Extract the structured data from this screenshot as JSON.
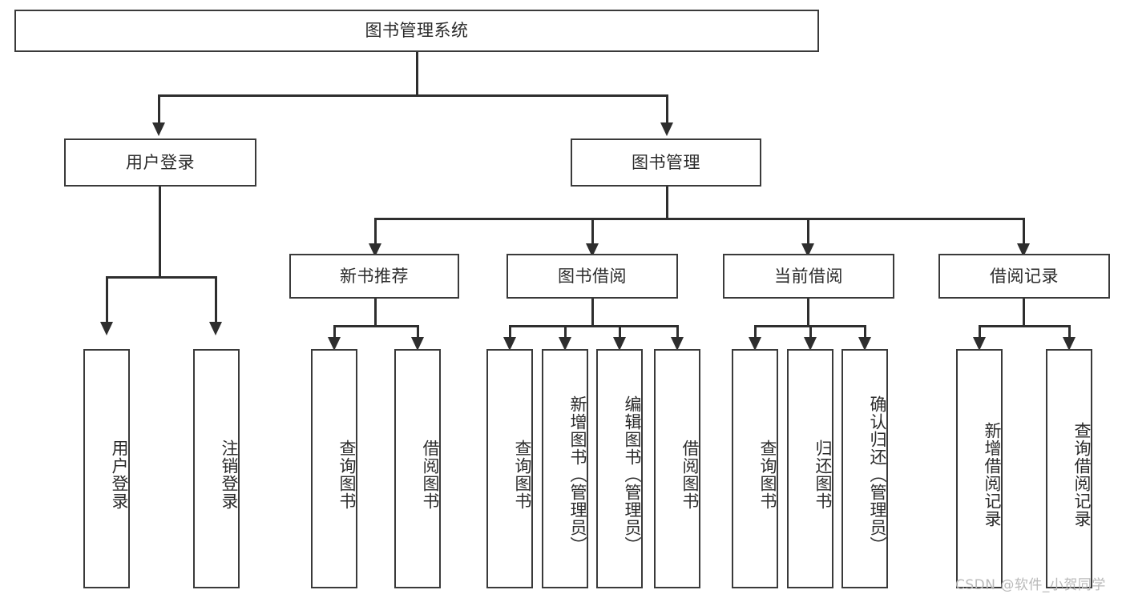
{
  "diagram": {
    "title": "图书管理系统",
    "root": {
      "id": "root",
      "label": "图书管理系统"
    },
    "level2": [
      {
        "id": "user-login",
        "label": "用户登录"
      },
      {
        "id": "book-management",
        "label": "图书管理"
      }
    ],
    "level3": [
      {
        "id": "new-book-recommend",
        "label": "新书推荐"
      },
      {
        "id": "book-borrow",
        "label": "图书借阅"
      },
      {
        "id": "current-borrow",
        "label": "当前借阅"
      },
      {
        "id": "borrow-record",
        "label": "借阅记录"
      }
    ],
    "leaves": [
      {
        "id": "leaf-user-login",
        "label": "用户登录",
        "parent": "user-login"
      },
      {
        "id": "leaf-logout",
        "label": "注销登录",
        "parent": "user-login"
      },
      {
        "id": "leaf-query-book-1",
        "label": "查询图书",
        "parent": "new-book-recommend"
      },
      {
        "id": "leaf-borrow-book-1",
        "label": "借阅图书",
        "parent": "new-book-recommend"
      },
      {
        "id": "leaf-query-book-2",
        "label": "查询图书",
        "parent": "book-borrow"
      },
      {
        "id": "leaf-add-book",
        "label": "新增图书（管理员）",
        "parent": "book-borrow"
      },
      {
        "id": "leaf-edit-book",
        "label": "编辑图书（管理员）",
        "parent": "book-borrow"
      },
      {
        "id": "leaf-borrow-book-2",
        "label": "借阅图书",
        "parent": "book-borrow"
      },
      {
        "id": "leaf-query-book-3",
        "label": "查询图书",
        "parent": "current-borrow"
      },
      {
        "id": "leaf-return-book",
        "label": "归还图书",
        "parent": "current-borrow"
      },
      {
        "id": "leaf-confirm-return",
        "label": "确认归还（管理员）",
        "parent": "current-borrow"
      },
      {
        "id": "leaf-add-record",
        "label": "新增借阅记录",
        "parent": "borrow-record"
      },
      {
        "id": "leaf-query-record",
        "label": "查询借阅记录",
        "parent": "borrow-record"
      }
    ]
  },
  "watermark": {
    "text": "CSDN @软件_小贺同学"
  },
  "colors": {
    "box_border": "#3a3a3a",
    "connector": "#2e2e2e",
    "text": "#2b2b2b",
    "background": "#ffffff",
    "watermark": "#b9b9b9"
  }
}
